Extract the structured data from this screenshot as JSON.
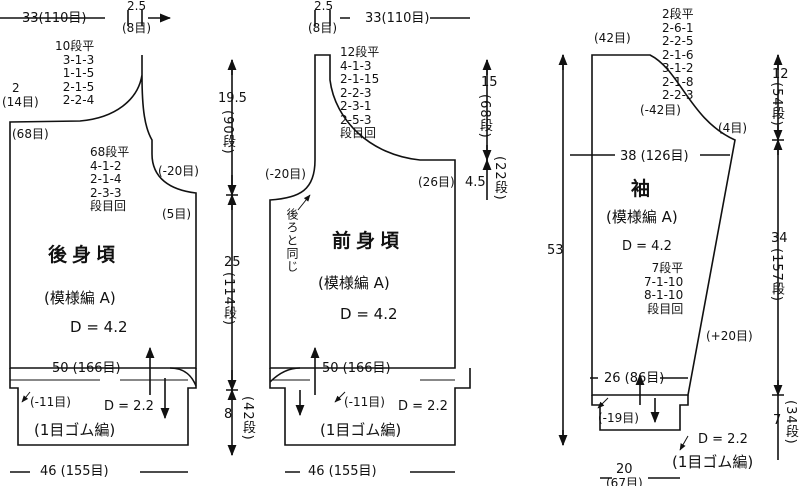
{
  "back": {
    "title": "後身頃",
    "pattern": "(模様編 A)",
    "gauge": "D = 4.2",
    "top_width": "33(110目)",
    "neck_width": "2.5",
    "neck_stitches": "(8目)",
    "neck_rows": "10段平\n3-1-3\n1-1-5\n2-1-5\n2-2-4",
    "neck_edge_label": "2",
    "neck_edge_stitches": "(14目)",
    "shoulder_stitches": "(68目)",
    "armhole_decrease": "(-20目)",
    "armhole_rows": "68段平\n4-1-2\n2-1-4\n2-3-3\n段目回",
    "armhole_bind_off": "(5目)",
    "chest_width": "50 (166目)",
    "rib_decrease": "(-11目)",
    "rib_gauge": "D = 2.2",
    "rib_pattern": "(1目ゴム編)",
    "bottom_width": "46 (155目)"
  },
  "back_side_dims": {
    "upper_length": "19.5",
    "upper_rows": "(90段)",
    "mid_length": "25",
    "mid_rows": "(114段)",
    "rib_length": "8",
    "rib_rows": "(42段)"
  },
  "front": {
    "title": "前身頃",
    "pattern": "(模様編 A)",
    "gauge": "D = 4.2",
    "top_width": "33(110目)",
    "neck_width": "2.5",
    "neck_stitches": "(8目)",
    "neck_rows": "12段平\n4-1-3\n2-1-15\n2-2-3\n2-3-1\n2-5-3\n段目回",
    "armhole_decrease": "(-20目)",
    "side_stitches": "(26目)",
    "back_same_note": "後ろと同じ",
    "chest_width": "50 (166目)",
    "rib_decrease": "(-11目)",
    "rib_gauge": "D = 2.2",
    "rib_pattern": "(1目ゴム編)",
    "bottom_width": "46 (155目)"
  },
  "front_side_dims": {
    "neck_depth": "15",
    "neck_rows": "(68段)",
    "extra_length": "4.5",
    "extra_rows": "(22段)"
  },
  "sleeve": {
    "title": "袖",
    "pattern": "(模様編 A)",
    "gauge": "D = 4.2",
    "top_stitches": "(42目)",
    "cap_rows": "2段平\n2-6-1\n2-2-5\n2-1-6\n3-1-2\n2-1-8\n2-2-3",
    "cap_decrease": "(-42目)",
    "cap_bind_off": "(4目)",
    "width": "38 (126目)",
    "increase_rows": "7段平\n7-1-10\n8-1-10\n段目回",
    "increase": "(+20目)",
    "cuff_width": "26 (86目)",
    "rib_decrease": "(-19目)",
    "rib_gauge": "D = 2.2",
    "rib_pattern": "(1目ゴム編)",
    "cuff_length": "20",
    "cuff_stitches": "(67目)",
    "total_length": "53"
  },
  "sleeve_side_dims": {
    "cap_length": "12",
    "cap_rows": "(54段)",
    "body_length": "34",
    "body_rows": "(157段)",
    "rib_length": "7",
    "rib_rows": "(34段)"
  },
  "colors": {
    "ink": "#111111",
    "paper": "#ffffff"
  }
}
